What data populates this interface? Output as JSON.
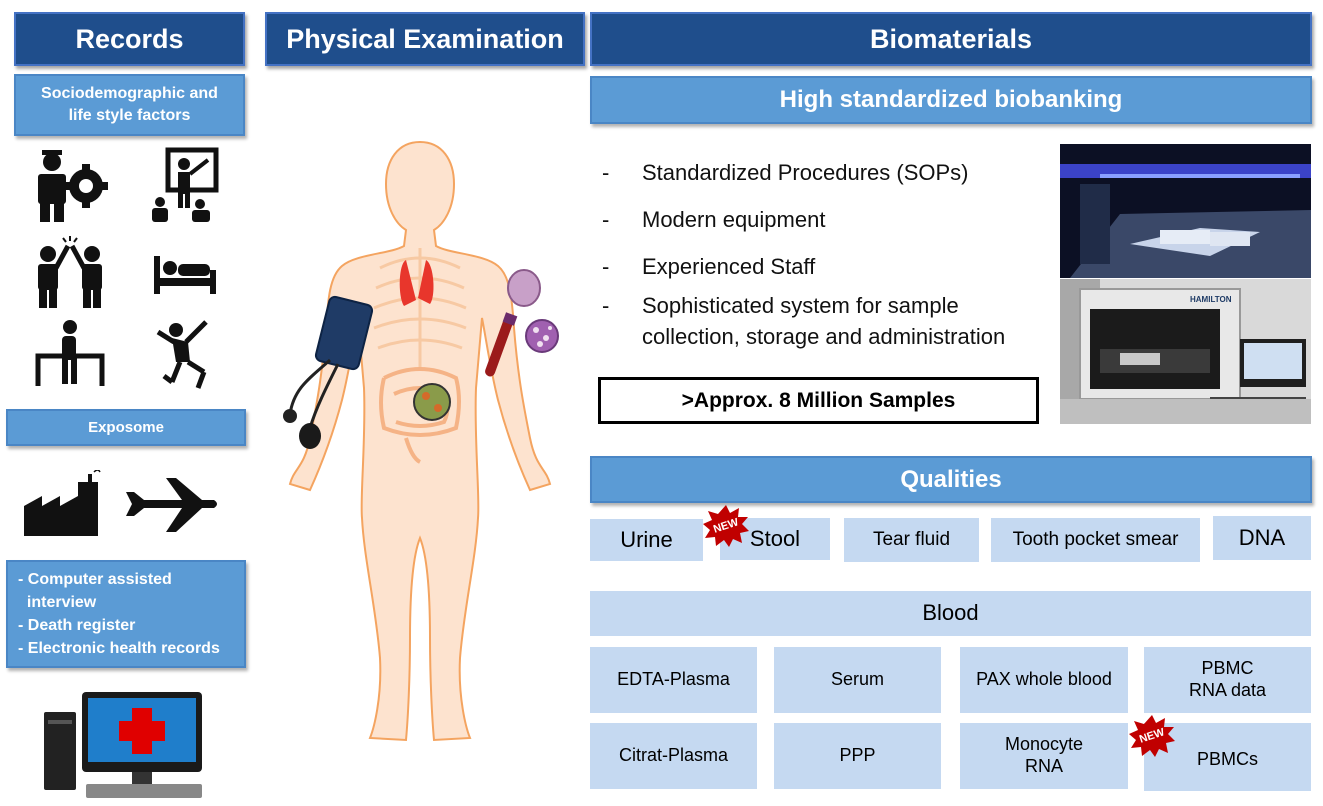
{
  "records": {
    "title": "Records",
    "socio_label": "Sociodemographic  and life style factors",
    "exposome_label": "Exposome",
    "sources": [
      "- Computer assisted",
      "  interview",
      "- Death register",
      "- Electronic health records"
    ]
  },
  "physical": {
    "title": "Physical Examination"
  },
  "biomaterials": {
    "title": "Biomaterials",
    "biobanking_title": "High standardized biobanking",
    "bullets": [
      "Standardized Procedures (SOPs)",
      "Modern equipment",
      "Experienced Staff",
      "Sophisticated system for sample collection, storage and administration"
    ],
    "samples_box": ">Approx. 8 Million Samples",
    "machine_brand": "HAMILTON",
    "qualities_title": "Qualities",
    "qualities": [
      "Urine",
      "Stool",
      "Tear fluid",
      "Tooth pocket smear",
      "DNA"
    ],
    "blood_title": "Blood",
    "blood_items": [
      "EDTA-Plasma",
      "Serum",
      "PAX whole blood",
      "PBMC RNA data",
      "Citrat-Plasma",
      "PPP",
      "Monocyte RNA",
      "PBMCs"
    ],
    "new_badge": "NEW"
  },
  "colors": {
    "header": "#1f4e8c",
    "subheader": "#5b9bd5",
    "cell": "#c5d9f1",
    "new_badge": "#c00000"
  }
}
